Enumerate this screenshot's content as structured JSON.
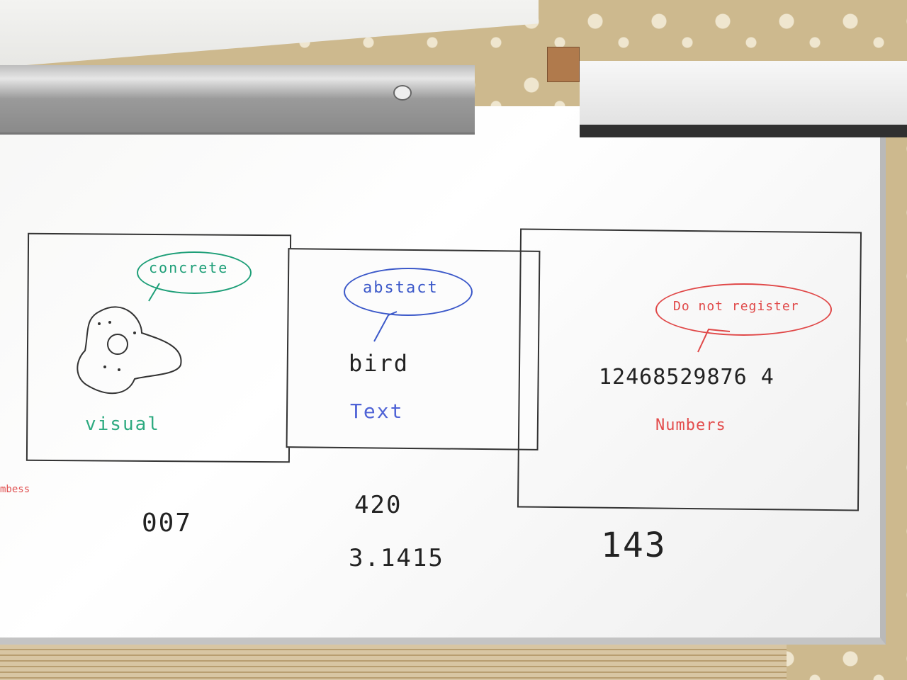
{
  "panels": [
    {
      "speech": "concrete",
      "label": "visual",
      "speech_color": "#1e9f78",
      "label_color": "#2eaa80"
    },
    {
      "speech": "abstact",
      "word": "bird",
      "label": "Text",
      "speech_color": "#3b58c9",
      "label_color": "#4f63d6"
    },
    {
      "speech": "Do not register",
      "number": "12468529876 4",
      "label": "Numbers",
      "speech_color": "#e04848",
      "label_color": "#e34c4c"
    }
  ],
  "bottom_numbers": {
    "left": "007",
    "center_top": "420",
    "center_bottom": "3.1415",
    "right": "143"
  },
  "edge_scribble": "mbess",
  "colors": {
    "ink": "#222222",
    "board": "#fbfbfa"
  }
}
